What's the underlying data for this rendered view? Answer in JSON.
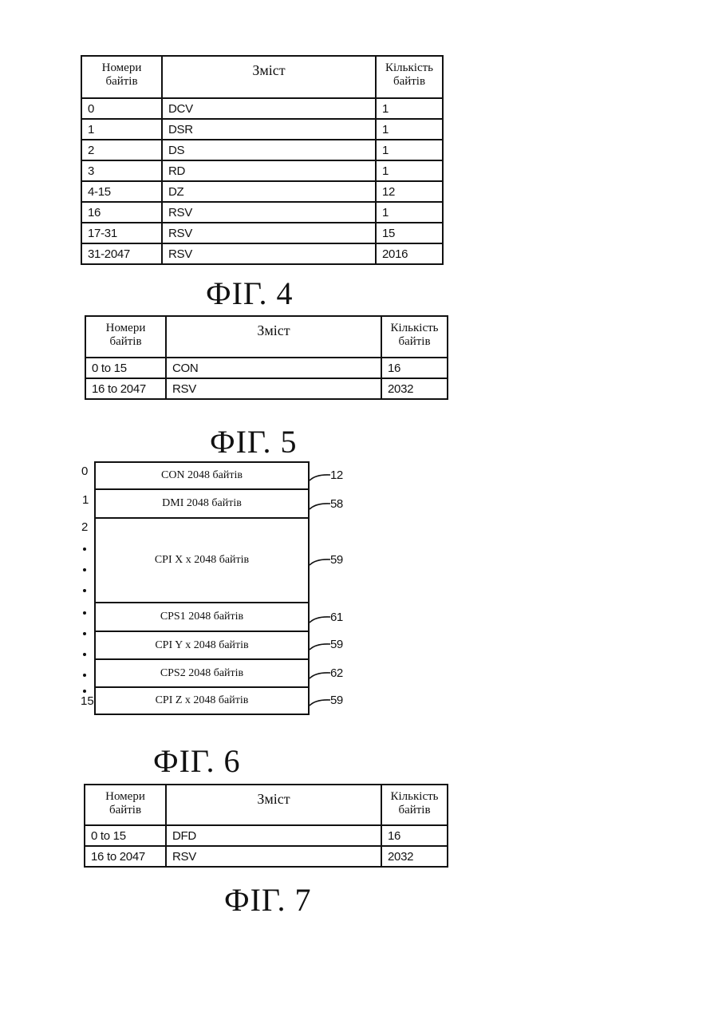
{
  "fig4": {
    "headers": [
      "Номери\nбайтів",
      "Зміст",
      "Кількість\nбайтів"
    ],
    "rows": [
      [
        "0",
        "DCV",
        "1"
      ],
      [
        "1",
        "DSR",
        "1"
      ],
      [
        "2",
        "DS",
        "1"
      ],
      [
        "3",
        "RD",
        "1"
      ],
      [
        "4-15",
        "DZ",
        "12"
      ],
      [
        "16",
        "RSV",
        "1"
      ],
      [
        "17-31",
        "RSV",
        "15"
      ],
      [
        "31-2047",
        "RSV",
        "2016"
      ]
    ],
    "caption": "ФІГ. 4"
  },
  "fig5": {
    "headers": [
      "Номери\nбайтів",
      "Зміст",
      "Кількість\nбайтів"
    ],
    "rows": [
      [
        "0 to 15",
        "CON",
        "16"
      ],
      [
        "16 to 2047",
        "RSV",
        "2032"
      ]
    ],
    "caption": "ФІГ. 5"
  },
  "fig6": {
    "blocks": [
      {
        "label": "CON 2048 байтів",
        "ref": "12"
      },
      {
        "label": "DMI 2048 байтів",
        "ref": "58"
      },
      {
        "label": "CPI X x 2048 байтів",
        "ref": "59"
      },
      {
        "label": "CPS1 2048 байтів",
        "ref": "61"
      },
      {
        "label": "CPI Y x 2048 байтів",
        "ref": "59"
      },
      {
        "label": "CPS2 2048 байтів",
        "ref": "62"
      },
      {
        "label": "CPI Z x 2048 байтів",
        "ref": "59"
      }
    ],
    "index_labels": [
      "0",
      "1",
      "2",
      "15"
    ],
    "caption": "ФІГ. 6"
  },
  "fig7": {
    "headers": [
      "Номери\nбайтів",
      "Зміст",
      "Кількість\nбайтів"
    ],
    "rows": [
      [
        "0 to 15",
        "DFD",
        "16"
      ],
      [
        "16 to 2047",
        "RSV",
        "2032"
      ]
    ],
    "caption": "ФІГ. 7"
  }
}
